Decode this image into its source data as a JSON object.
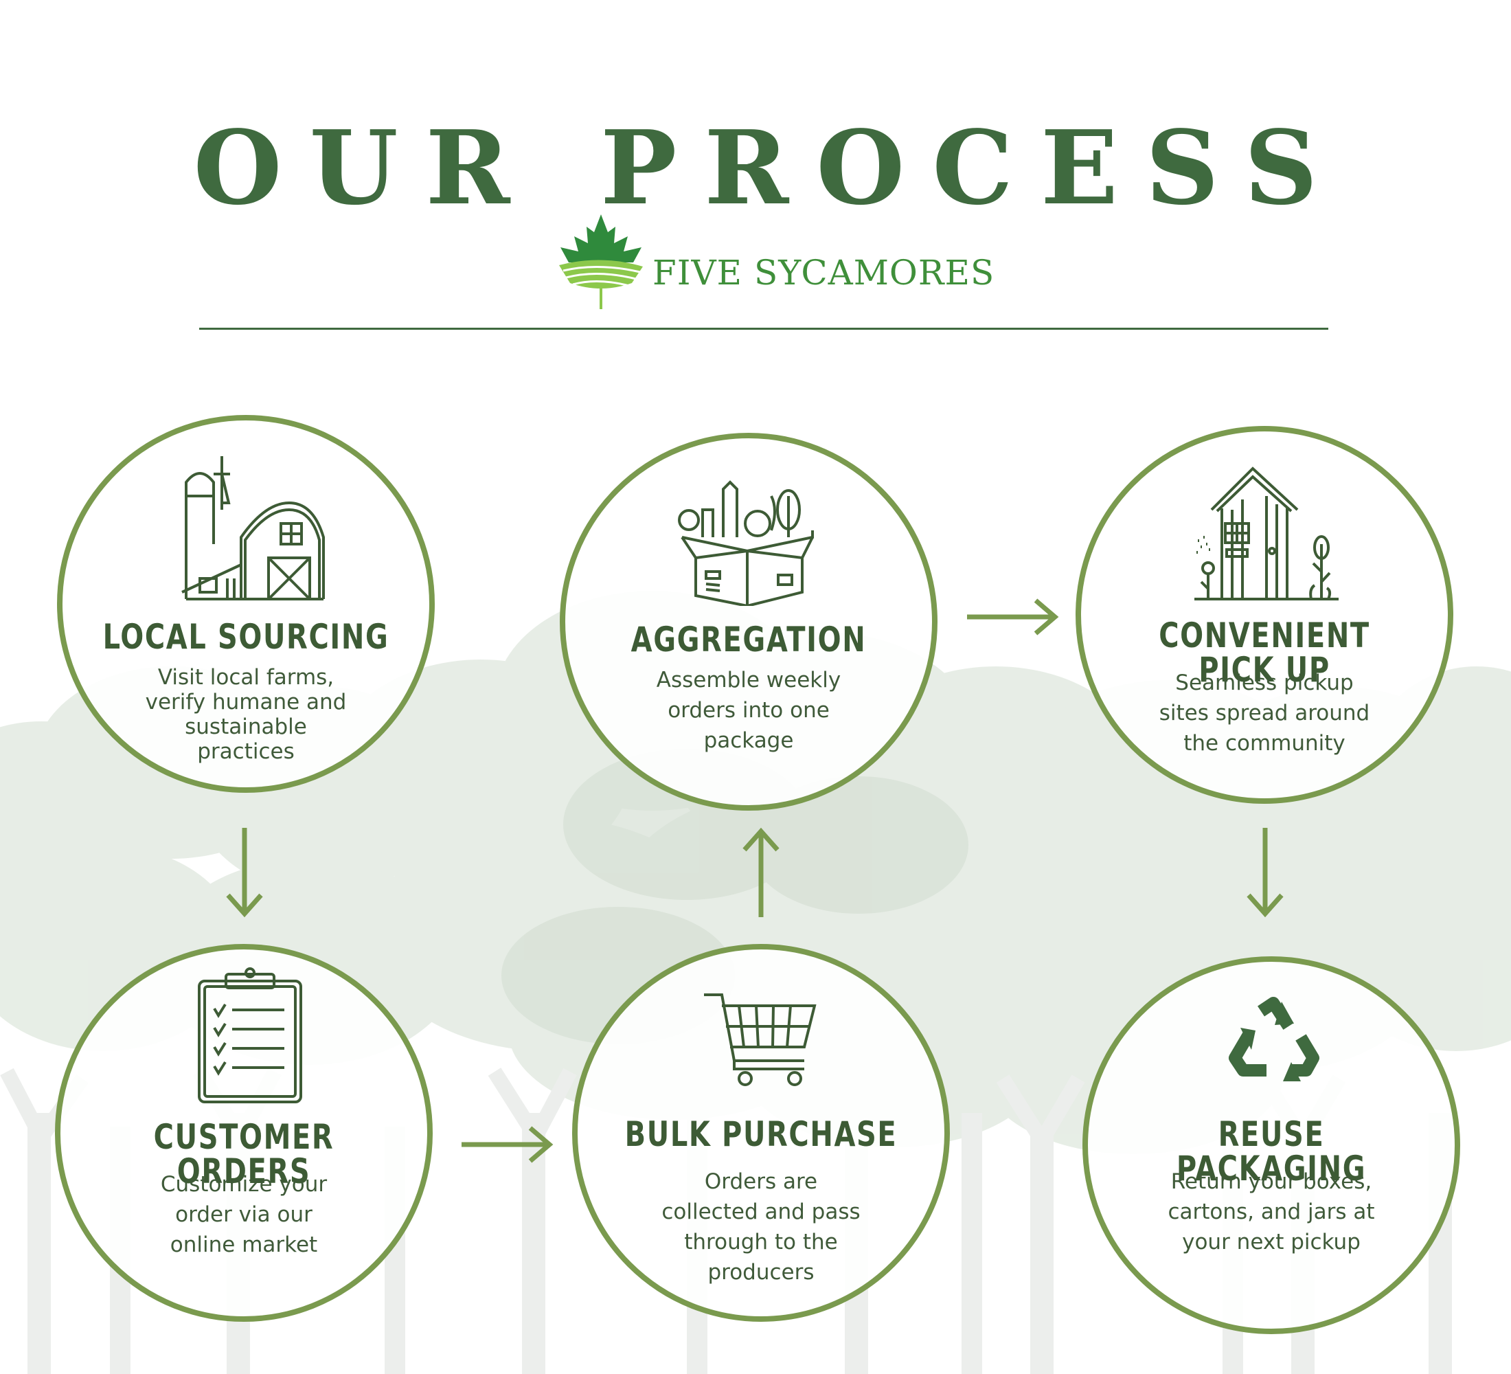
{
  "header": {
    "title": "OUR PROCESS",
    "brand_name": "FIVE SYCAMORES"
  },
  "colors": {
    "primary": "#3f6a3f",
    "circle_border": "#7a9a4e",
    "brand_green": "#3f8f3a",
    "arrow": "#7a9a4e"
  },
  "steps": [
    {
      "icon": "barn-icon",
      "title": "LOCAL SOURCING",
      "description": [
        "Visit local farms,",
        "verify humane and",
        "sustainable",
        "practices"
      ]
    },
    {
      "icon": "grocery-box-icon",
      "title": "AGGREGATION",
      "description": [
        "Assemble weekly",
        "orders into one",
        "package"
      ]
    },
    {
      "icon": "shed-icon",
      "title": "CONVENIENT PICK UP",
      "description": [
        "Seamless pickup",
        "sites spread around",
        "the community"
      ]
    },
    {
      "icon": "clipboard-checklist-icon",
      "title": "CUSTOMER ORDERS",
      "description": [
        "Customize your",
        "order via our",
        "online market"
      ]
    },
    {
      "icon": "shopping-cart-icon",
      "title": "BULK PURCHASE",
      "description": [
        "Orders are",
        "collected and pass",
        "through to the",
        "producers"
      ]
    },
    {
      "icon": "recycle-icon",
      "title": "REUSE PACKAGING",
      "description": [
        "Return your boxes,",
        "cartons, and jars at",
        "your next pickup"
      ]
    }
  ],
  "connections": [
    {
      "from": "LOCAL SOURCING",
      "to": "CUSTOMER ORDERS"
    },
    {
      "from": "CUSTOMER ORDERS",
      "to": "BULK PURCHASE"
    },
    {
      "from": "BULK PURCHASE",
      "to": "AGGREGATION"
    },
    {
      "from": "AGGREGATION",
      "to": "CONVENIENT PICK UP"
    },
    {
      "from": "CONVENIENT PICK UP",
      "to": "REUSE PACKAGING"
    }
  ]
}
